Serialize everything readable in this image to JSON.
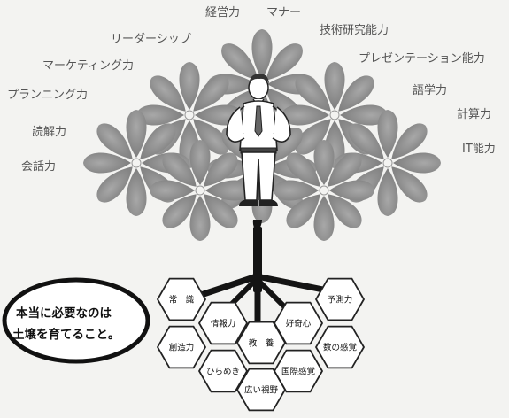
{
  "skills_above_ground": [
    "経営力",
    "マナー",
    "技術研究能力",
    "リーダーシップ",
    "プレゼンテーション能力",
    "マーケティング力",
    "語学力",
    "プランニング力",
    "計算力",
    "読解力",
    "IT能力",
    "会話力"
  ],
  "foundation_hexagons": [
    "常　識",
    "予測力",
    "情報力",
    "好奇心",
    "教　養",
    "創造力",
    "数の感覚",
    "ひらめき",
    "国際感覚",
    "広い視野"
  ],
  "callout": {
    "line1": "本当に必要なのは",
    "line2": "土壌を育てること。"
  },
  "colors": {
    "petal": "#868686",
    "petal_light": "#9a9a9a",
    "trunk": "#141414",
    "hex_fill": "#ffffff",
    "hex_stroke": "#222222",
    "label": "#555555"
  }
}
